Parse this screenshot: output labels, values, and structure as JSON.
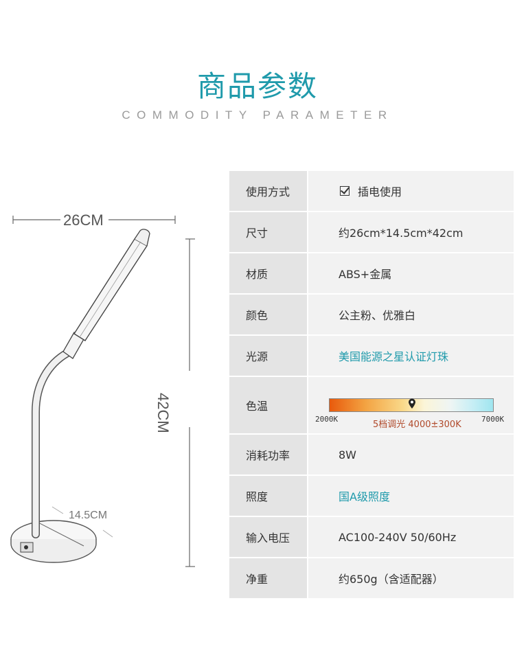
{
  "header": {
    "title": "商品参数",
    "subtitle": "COMMODITY PARAMETER"
  },
  "dimensions": {
    "width": "26CM",
    "height": "42CM",
    "base": "14.5CM"
  },
  "specs": [
    {
      "label": "使用方式",
      "value": "插电使用"
    },
    {
      "label": "尺寸",
      "value": "约26cm*14.5cm*42cm"
    },
    {
      "label": "材质",
      "value": "ABS+金属"
    },
    {
      "label": "颜色",
      "value": "公主粉、优雅白"
    },
    {
      "label": "光源",
      "value": "美国能源之星认证灯珠"
    },
    {
      "label": "色温",
      "min": "2000K",
      "max": "7000K",
      "note": "5档调光 4000±300K"
    },
    {
      "label": "消耗功率",
      "value": "8W"
    },
    {
      "label": "照度",
      "value": "国A级照度"
    },
    {
      "label": "输入电压",
      "value": "AC100-240V 50/60Hz"
    },
    {
      "label": "净重",
      "value": "约650g（含适配器）"
    }
  ],
  "colors": {
    "accent": "#1f9aab",
    "label_bg": "#e4e4e4",
    "value_bg": "#f2f2f2"
  },
  "icons": {
    "checkbox": "checkbox-checked-icon",
    "marker": "map-pin-icon"
  }
}
